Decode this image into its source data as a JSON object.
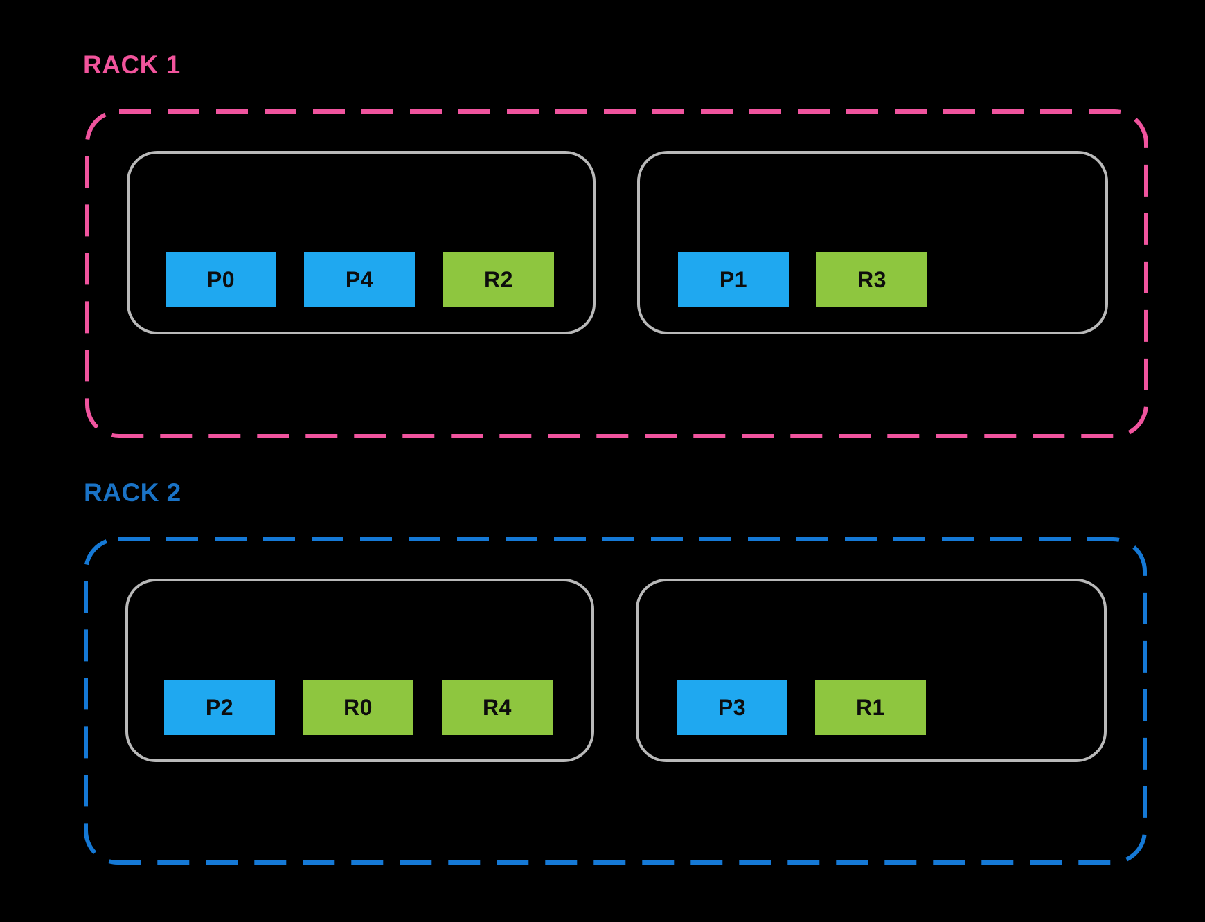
{
  "palette": {
    "blue_slot": "#1fa8f0",
    "green_slot": "#8ec63f",
    "slot_text": "#0d0d0d",
    "host_border": "#b9b9b9",
    "background": "#000000"
  },
  "racks": [
    {
      "label": "RACK 1",
      "label_color": "#f2549c",
      "border_color": "#f0549e",
      "hosts": [
        {
          "slots": [
            {
              "label": "P0",
              "color": "blue_slot"
            },
            {
              "label": "P4",
              "color": "blue_slot"
            },
            {
              "label": "R2",
              "color": "green_slot"
            }
          ]
        },
        {
          "slots": [
            {
              "label": "P1",
              "color": "blue_slot"
            },
            {
              "label": "R3",
              "color": "green_slot"
            }
          ]
        }
      ]
    },
    {
      "label": "RACK 2",
      "label_color": "#1a73c6",
      "border_color": "#1579d6",
      "hosts": [
        {
          "slots": [
            {
              "label": "P2",
              "color": "blue_slot"
            },
            {
              "label": "R0",
              "color": "green_slot"
            },
            {
              "label": "R4",
              "color": "green_slot"
            }
          ]
        },
        {
          "slots": [
            {
              "label": "P3",
              "color": "blue_slot"
            },
            {
              "label": "R1",
              "color": "green_slot"
            }
          ]
        }
      ]
    }
  ]
}
